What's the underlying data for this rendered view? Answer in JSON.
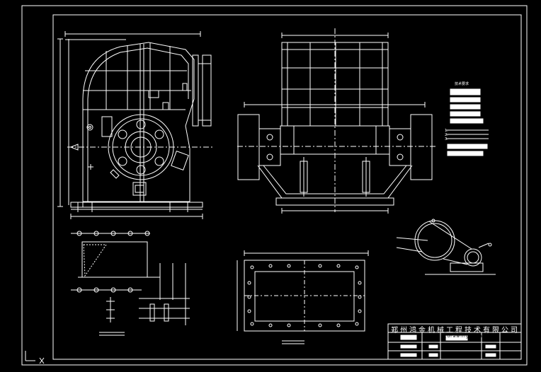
{
  "drawing": {
    "title_block": {
      "company": "郑州鸿金机械工程技术有限公司",
      "name_label": "(drawing name)",
      "sheet_label": ""
    },
    "notes": {
      "header": "技术要求",
      "lines": [
        "1.",
        "2.",
        "3."
      ]
    },
    "colors": {
      "background": "#000000",
      "line": "#ffffff",
      "title_fill": "#ffffff"
    }
  }
}
